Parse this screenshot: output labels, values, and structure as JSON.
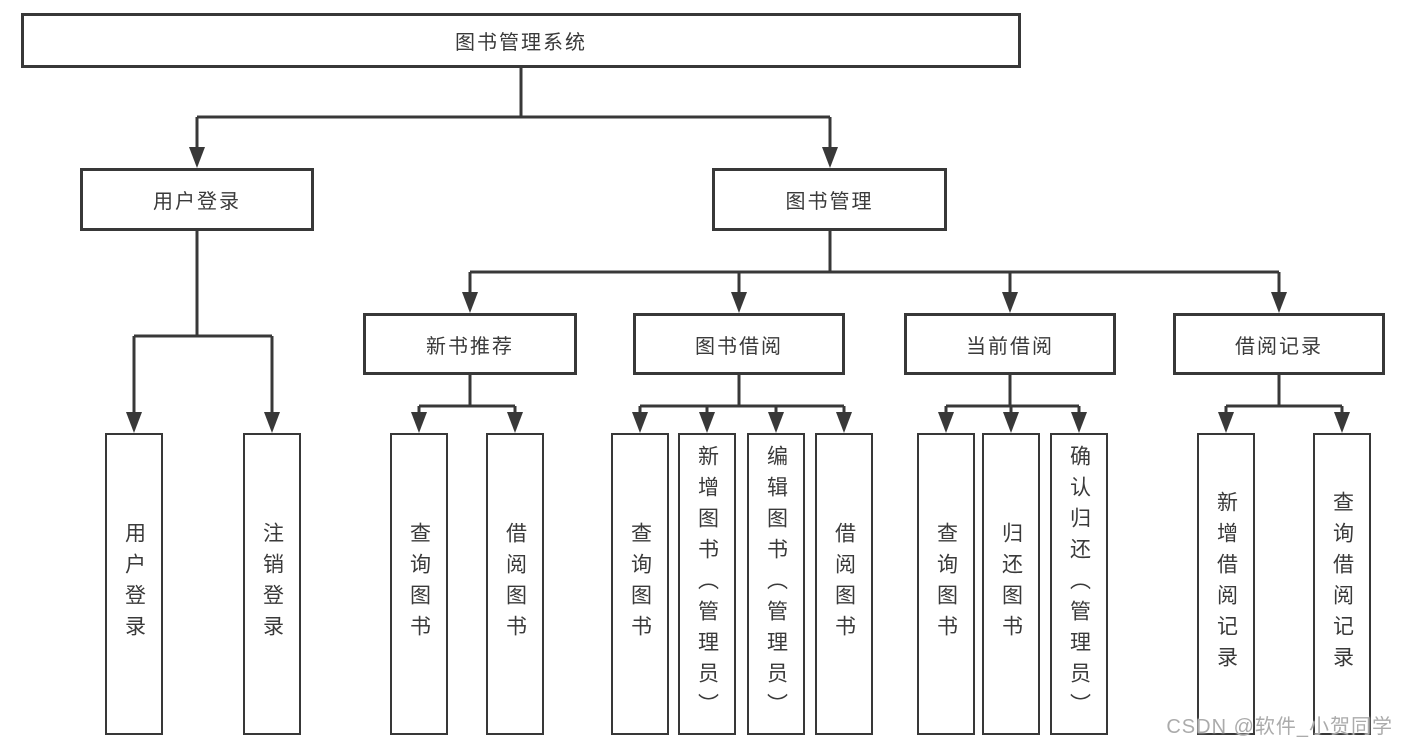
{
  "tree": {
    "label": "图书管理系统",
    "children": [
      {
        "label": "用户登录",
        "children": [
          {
            "label": "用户登录"
          },
          {
            "label": "注销登录"
          }
        ]
      },
      {
        "label": "图书管理",
        "children": [
          {
            "label": "新书推荐",
            "children": [
              {
                "label": "查询图书"
              },
              {
                "label": "借阅图书"
              }
            ]
          },
          {
            "label": "图书借阅",
            "children": [
              {
                "label": "查询图书"
              },
              {
                "label": "新增图书（管理员）"
              },
              {
                "label": "编辑图书（管理员）"
              },
              {
                "label": "借阅图书"
              }
            ]
          },
          {
            "label": "当前借阅",
            "children": [
              {
                "label": "查询图书"
              },
              {
                "label": "归还图书"
              },
              {
                "label": "确认归还（管理员）"
              }
            ]
          },
          {
            "label": "借阅记录",
            "children": [
              {
                "label": "新增借阅记录"
              },
              {
                "label": "查询借阅记录"
              }
            ]
          }
        ]
      }
    ]
  },
  "watermark": "CSDN @软件_小贺同学",
  "colors": {
    "line": "#383838",
    "text": "#3a3a3a",
    "watermark": "#ababab",
    "background": "#ffffff"
  }
}
